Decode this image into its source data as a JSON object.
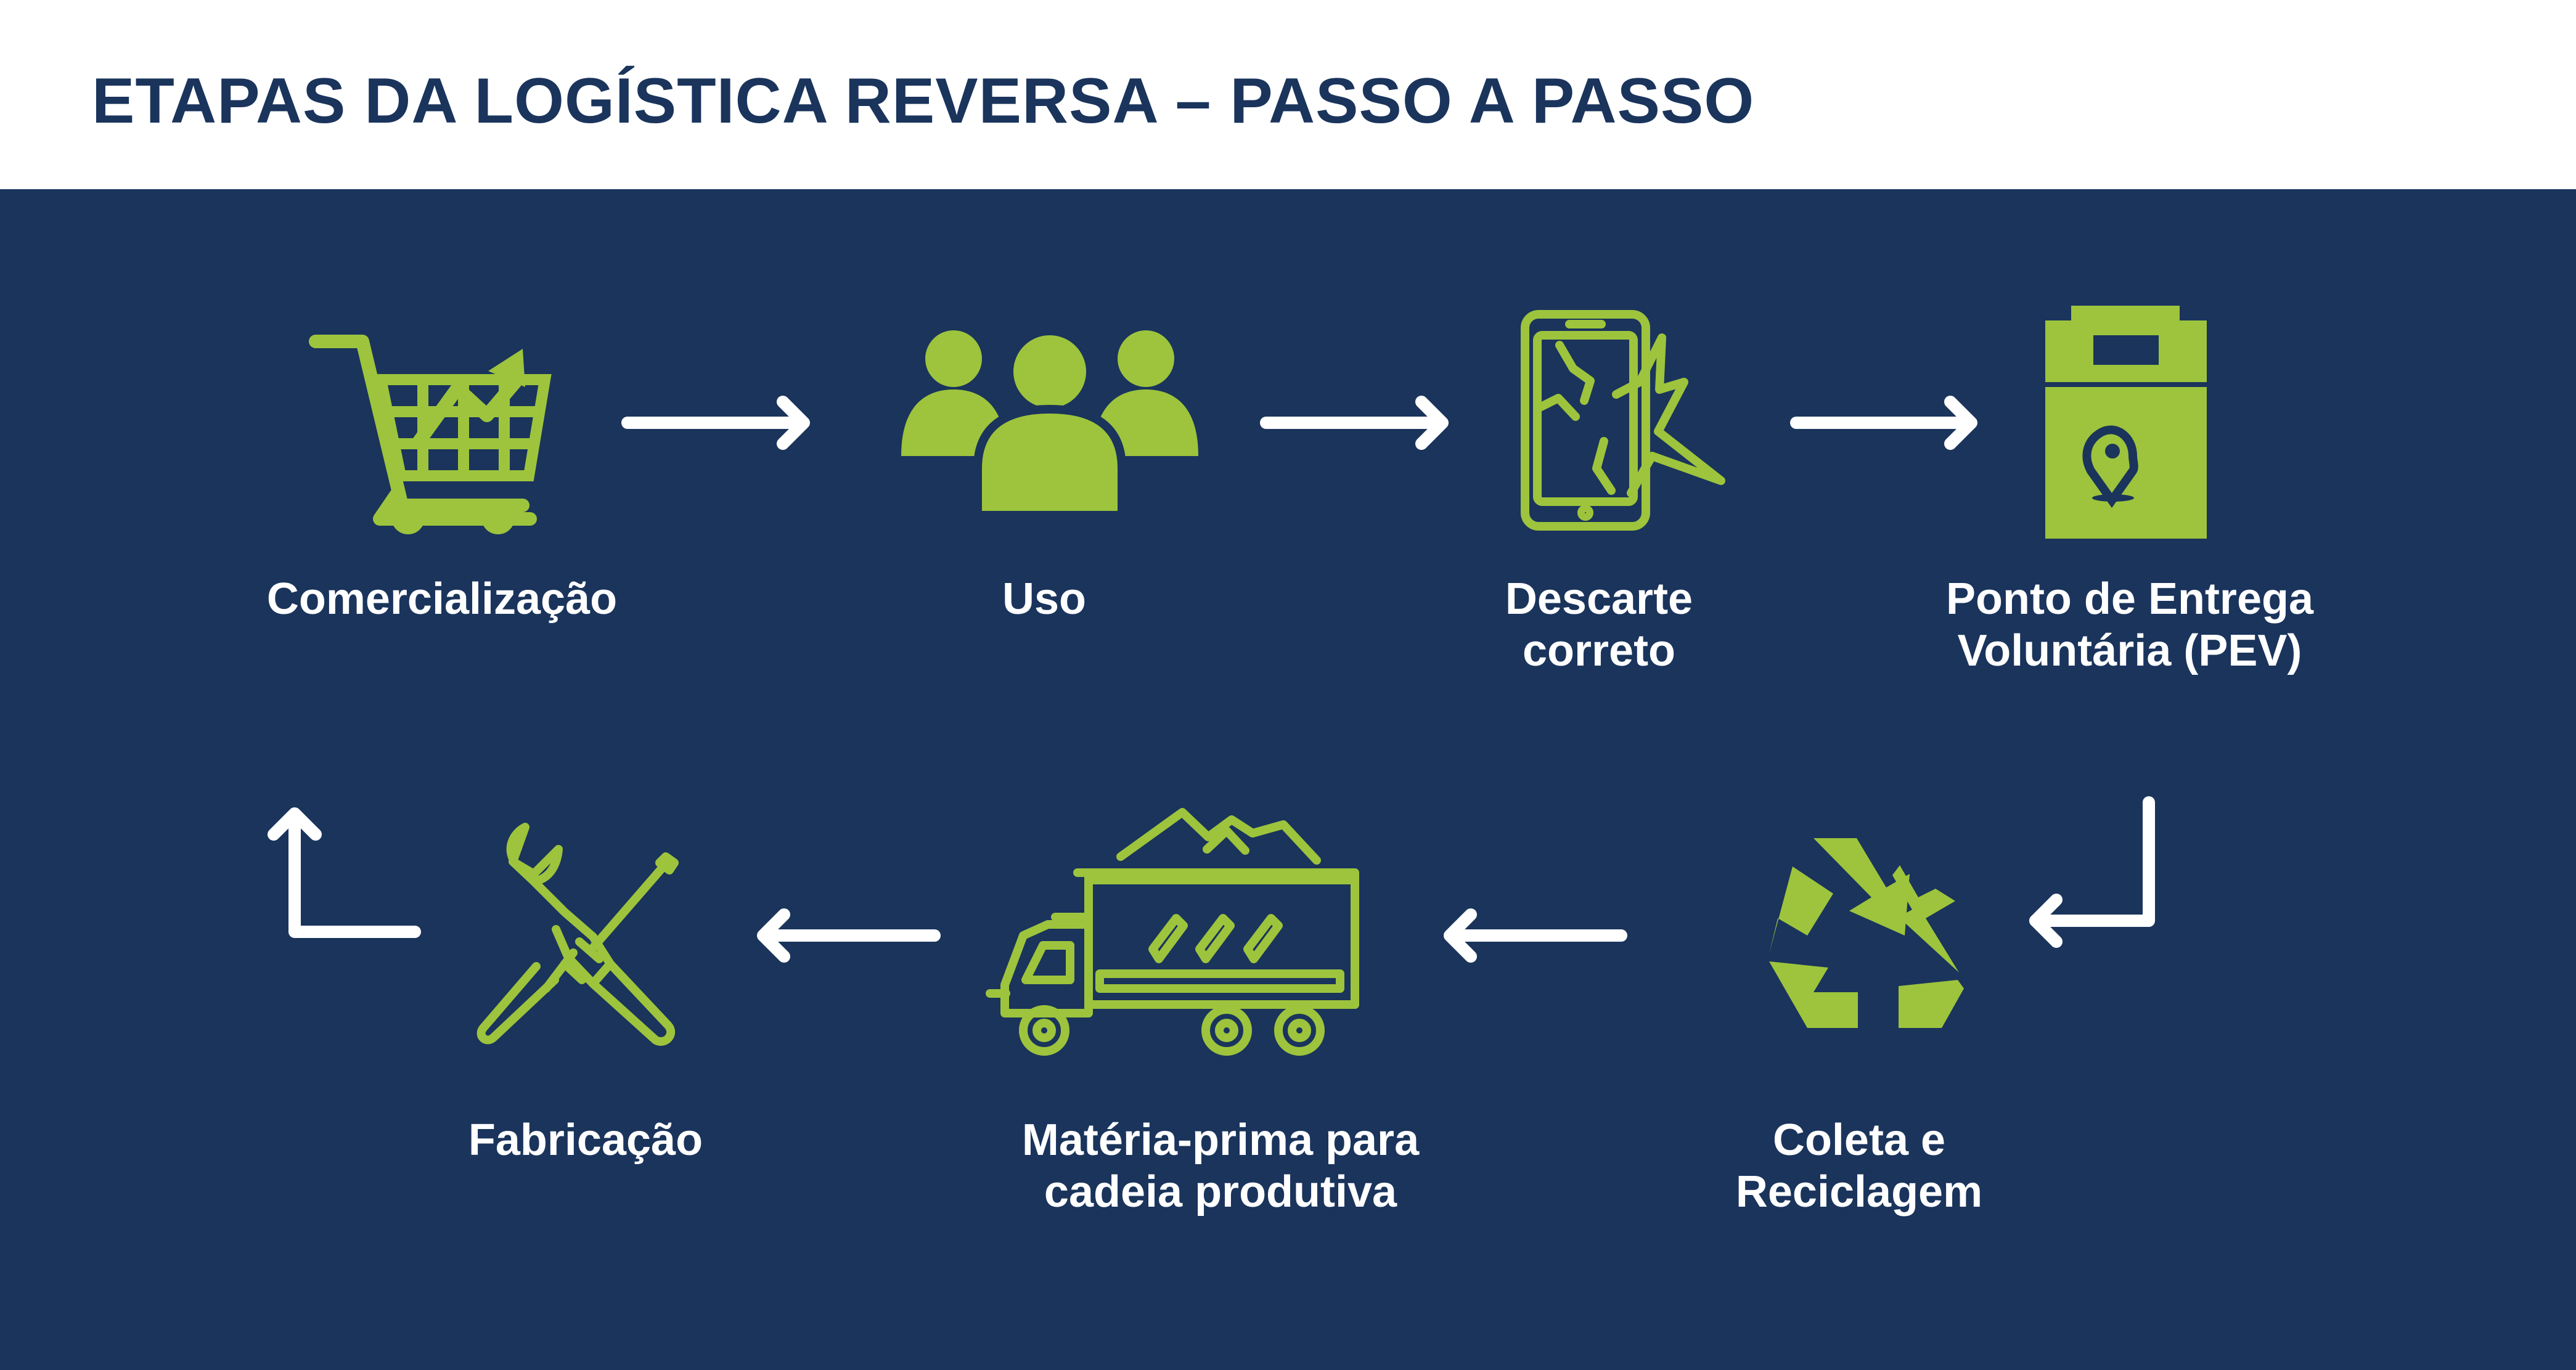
{
  "title": "ETAPAS DA LOGÍSTICA REVERSA – PASSO A PASSO",
  "colors": {
    "title": "#1a345c",
    "panel": "#1a345c",
    "icon": "#9dc43c",
    "text": "#ffffff",
    "arrow": "#ffffff",
    "background": "#ffffff"
  },
  "steps": [
    {
      "id": "comercializacao",
      "icon": "shopping-cart-icon",
      "lines": [
        "Comercialização"
      ]
    },
    {
      "id": "uso",
      "icon": "people-group-icon",
      "lines": [
        "Uso"
      ]
    },
    {
      "id": "descarte",
      "icon": "broken-phone-icon",
      "lines": [
        "Descarte",
        "correto"
      ]
    },
    {
      "id": "pev",
      "icon": "collection-bin-icon",
      "lines": [
        "Ponto de Entrega",
        "Voluntária (PEV)"
      ]
    },
    {
      "id": "reciclagem",
      "icon": "recycle-icon",
      "lines": [
        "Coleta e",
        "Reciclagem"
      ]
    },
    {
      "id": "materia-prima",
      "icon": "dump-truck-icon",
      "lines": [
        "Matéria-prima para",
        "cadeia produtiva"
      ]
    },
    {
      "id": "fabricacao",
      "icon": "tools-icon",
      "lines": [
        "Fabricação"
      ]
    }
  ]
}
